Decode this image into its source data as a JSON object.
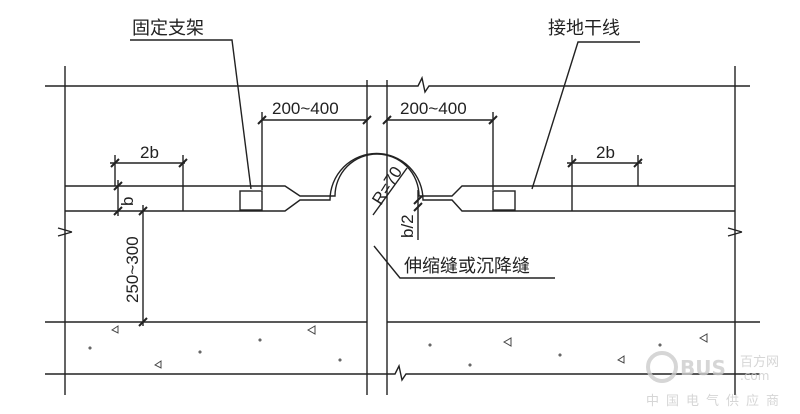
{
  "labels": {
    "fixed_support": "固定支架",
    "grounding_trunk": "接地干线",
    "expansion_joint": "伸缩缝或沉降缝"
  },
  "dimensions": {
    "left_span": "200~400",
    "right_span": "200~400",
    "left_2b": "2b",
    "right_2b": "2b",
    "bar_width": "b",
    "height": "250~300",
    "radius": "R=70",
    "half_b": "b/2"
  },
  "watermark": {
    "brand": "BUS",
    "site": "百方网",
    "domain": ".com",
    "slogan": "中国电气供应商"
  }
}
